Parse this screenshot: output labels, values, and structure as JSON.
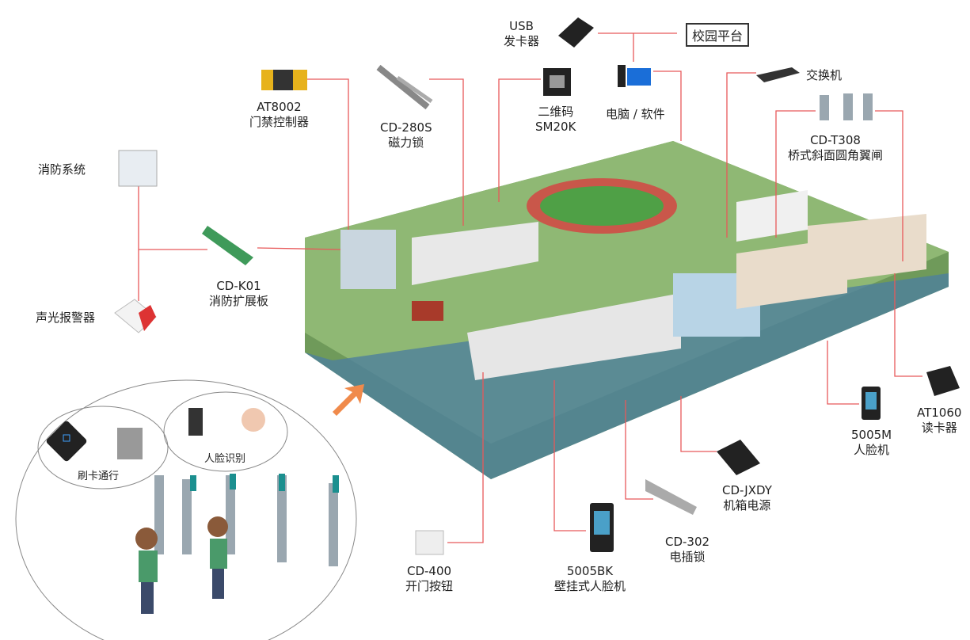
{
  "platform": "校园平台",
  "devices": {
    "usb": {
      "l1": "USB",
      "l2": "发卡器"
    },
    "at8002": {
      "l1": "AT8002",
      "l2": "门禁控制器"
    },
    "cd280s": {
      "l1": "CD-280S",
      "l2": "磁力锁"
    },
    "sm20k": {
      "l1": "二维码",
      "l2": "SM20K"
    },
    "pc": {
      "l1": "电脑 / 软件"
    },
    "switch": {
      "l1": "交换机"
    },
    "cdt308": {
      "l1": "CD-T308",
      "l2": "桥式斜面圆角翼闸"
    },
    "fire": {
      "l1": "消防系统"
    },
    "cdk01": {
      "l1": "CD-K01",
      "l2": "消防扩展板"
    },
    "alarm": {
      "l1": "声光报警器"
    },
    "cd400": {
      "l1": "CD-400",
      "l2": "开门按钮"
    },
    "bk5005": {
      "l1": "5005BK",
      "l2": "壁挂式人脸机"
    },
    "cd302": {
      "l1": "CD-302",
      "l2": "电插锁"
    },
    "jxdy": {
      "l1": "CD-JXDY",
      "l2": "机箱电源"
    },
    "m5005": {
      "l1": "5005M",
      "l2": "人脸机"
    },
    "at1060": {
      "l1": "AT1060",
      "l2": "读卡器"
    }
  },
  "inset": {
    "card": "刷卡通行",
    "face": "人脸识别"
  },
  "colors": {
    "line": "#e8595a",
    "grass": "#5f9e3c",
    "water": "#4d7f9c",
    "arrow": "#f08a4b"
  }
}
